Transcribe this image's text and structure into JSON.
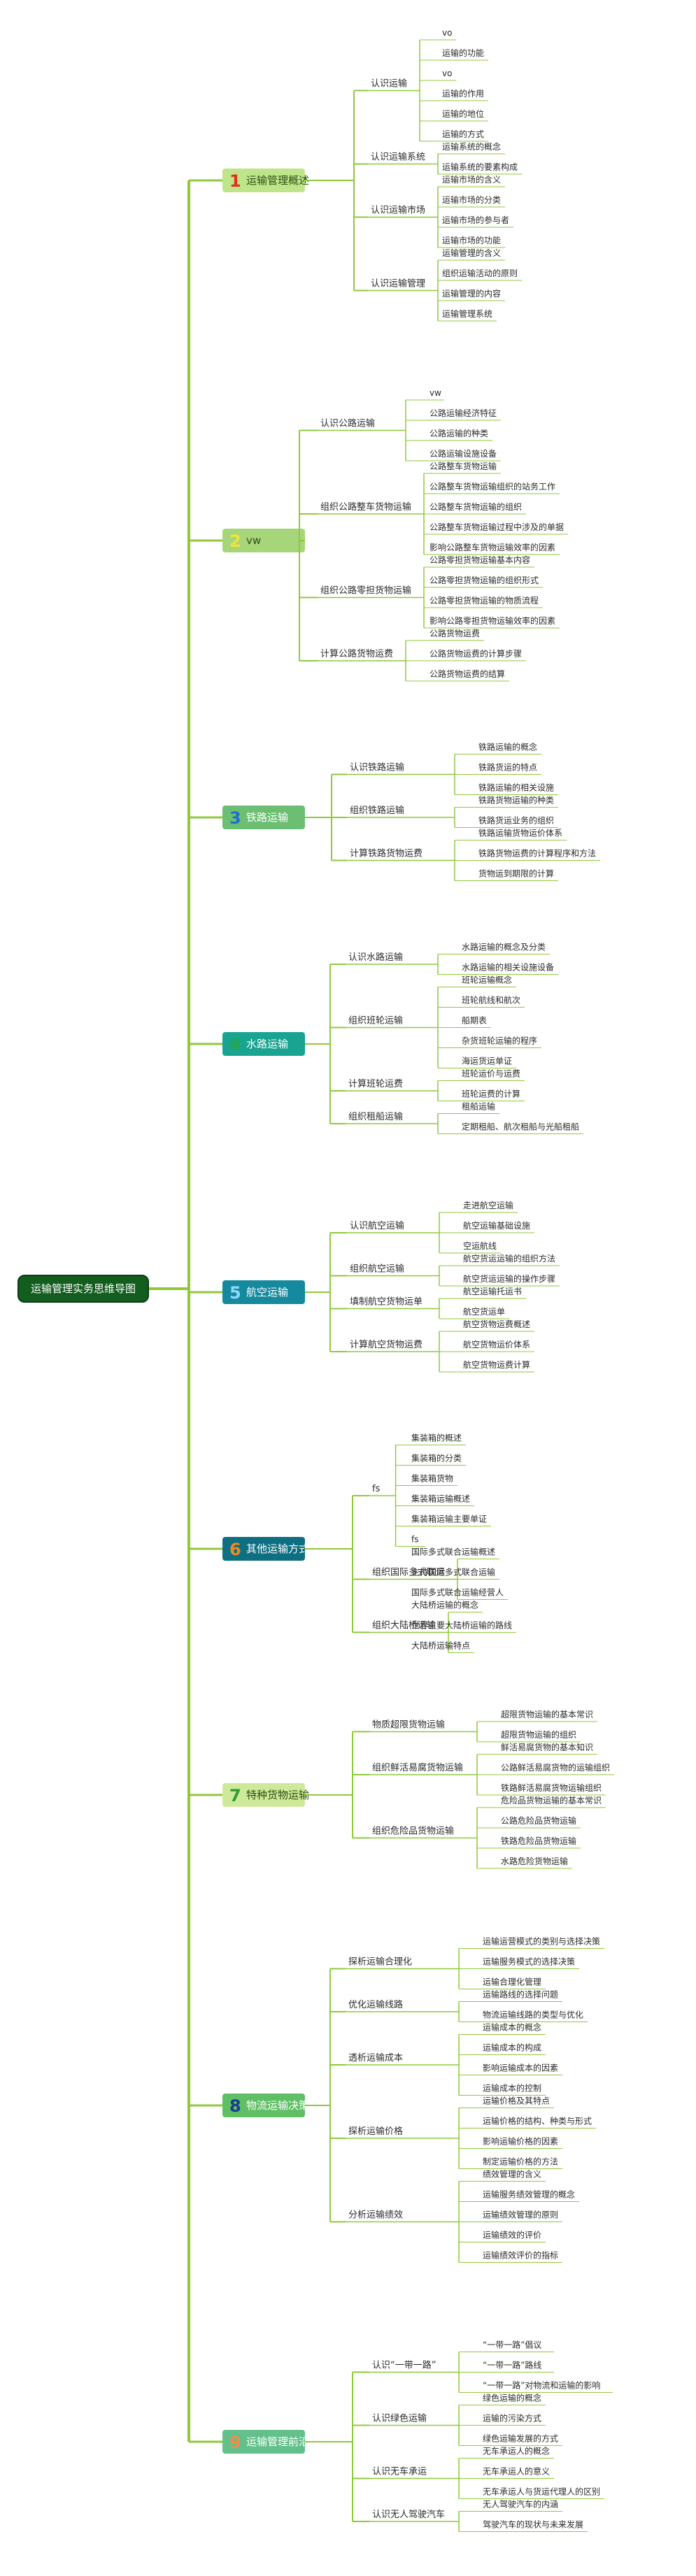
{
  "root": {
    "label": "运输管理实务思维导图"
  },
  "chapters": [
    {
      "num": "1",
      "label": "运输管理概述",
      "box": "#bfe58a",
      "text": "#2d4d10",
      "num_color": "#e03020",
      "sections": [
        {
          "label": "认识运输",
          "items": [
            "vo",
            "运输的功能",
            "vo",
            "运输的作用",
            "运输的地位",
            "运输的方式"
          ]
        },
        {
          "label": "认识运输系统",
          "items": [
            "运输系统的概念",
            "运输系统的要素构成"
          ]
        },
        {
          "label": "认识运输市场",
          "items": [
            "运输市场的含义",
            "运输市场的分类",
            "运输市场的参与者",
            "运输市场的功能"
          ]
        },
        {
          "label": "认识运输管理",
          "items": [
            "运输管理的含义",
            "组织运输活动的原则",
            "运输管理的内容",
            "运输管理系统"
          ]
        }
      ]
    },
    {
      "num": "2",
      "label": "vw",
      "box": "#a7d67a",
      "text": "#2d4d10",
      "num_color": "#f2e33c",
      "sections": [
        {
          "label": "认识公路运输",
          "items": [
            "vw",
            "公路运输经济特征",
            "公路运输的种类",
            "公路运输设施设备"
          ]
        },
        {
          "label": "组织公路整车货物运输",
          "items": [
            "公路整车货物运输",
            "公路整车货物运输组织的站务工作",
            "公路整车货物运输的组织",
            "公路整车货物运输过程中涉及的单据",
            "影响公路整车货物运输效率的因素"
          ]
        },
        {
          "label": "组织公路零担货物运输",
          "items": [
            "公路零担货物运输基本内容",
            "公路零担货物运输的组织形式",
            "公路零担货物运输的物质流程",
            "影响公路零担货物运输效率的因素"
          ]
        },
        {
          "label": "计算公路货物运费",
          "items": [
            "公路货物运费",
            "公路货物运费的计算步骤",
            "公路货物运费的结算"
          ]
        }
      ]
    },
    {
      "num": "3",
      "label": "铁路运输",
      "box": "#6cbf72",
      "text": "#ffffff",
      "num_color": "#1f6fd0",
      "sections": [
        {
          "label": "认识铁路运输",
          "items": [
            "铁路运输的概念",
            "铁路货运的特点",
            "铁路运输的相关设施"
          ]
        },
        {
          "label": "组织铁路运输",
          "items": [
            "铁路货物运输的种类",
            "铁路货运业务的组织"
          ]
        },
        {
          "label": "计算铁路货物运费",
          "items": [
            "铁路运输货物运价体系",
            "铁路货物运费的计算程序和方法",
            "货物运到期限的计算"
          ]
        }
      ]
    },
    {
      "num": "4",
      "label": "水路运输",
      "box": "#19a391",
      "text": "#ffffff",
      "num_color": "#26a848",
      "sections": [
        {
          "label": "认识水路运输",
          "items": [
            "水路运输的概念及分类",
            "水路运输的相关设施设备"
          ]
        },
        {
          "label": "组织班轮运输",
          "items": [
            "班轮运输概念",
            "班轮航线和航次",
            "船期表",
            "杂货班轮运输的程序",
            "海运货运单证"
          ]
        },
        {
          "label": "计算班轮运费",
          "items": [
            "班轮运价与运费",
            "班轮运费的计算"
          ]
        },
        {
          "label": "组织租船运输",
          "items": [
            "租船运输",
            "定期租船、航次租船与光船租船"
          ]
        }
      ]
    },
    {
      "num": "5",
      "label": "航空运输",
      "box": "#158a9e",
      "text": "#ffffff",
      "num_color": "#8fd6ff",
      "sections": [
        {
          "label": "认识航空运输",
          "items": [
            "走进航空运输",
            "航空运输基础设施",
            "空运航线"
          ]
        },
        {
          "label": "组织航空运输",
          "items": [
            "航空货运运输的组织方法",
            "航空货运运输的操作步骤"
          ]
        },
        {
          "label": "填制航空货物运单",
          "items": [
            "航空运输托运书",
            "航空货运单"
          ]
        },
        {
          "label": "计算航空货物运费",
          "items": [
            "航空货物运费概述",
            "航空货物运价体系",
            "航空货物运费计算"
          ]
        }
      ]
    },
    {
      "num": "6",
      "label": "其他运输方式",
      "box": "#0e6f82",
      "text": "#ffffff",
      "num_color": "#f08a1c",
      "sections": [
        {
          "label": "fs",
          "items": [
            "集装箱的概述",
            "集装箱的分类",
            "集装箱货物",
            "集装箱运输概述",
            "集装箱运输主要单证",
            "fs"
          ]
        },
        {
          "label": "组织国际多式联运",
          "items": [
            "国际多式联合运输概述",
            "主持国际多式联合运输",
            "国际多式联合运输经营人"
          ]
        },
        {
          "label": "组织大陆桥运输",
          "items": [
            "大陆桥运输的概念",
            "世界主要大陆桥运输的路线",
            "大陆桥运输特点"
          ]
        }
      ]
    },
    {
      "num": "7",
      "label": "特种货物运输",
      "box": "#cfe99a",
      "text": "#2d4d10",
      "num_color": "#2f9e2f",
      "sections": [
        {
          "label": "物质超限货物运输",
          "items": [
            "超限货物运输的基本常识",
            "超限货物运输的组织"
          ]
        },
        {
          "label": "组织鲜活易腐货物运输",
          "items": [
            "鲜活易腐货物的基本知识",
            "公路鲜活易腐货物的运输组织",
            "铁路鲜活易腐货物运输组织"
          ]
        },
        {
          "label": "组织危险品货物运输",
          "items": [
            "危险品货物运输的基本常识",
            "公路危险品货物运输",
            "铁路危险品货物运输",
            "水路危险货物运输"
          ]
        }
      ]
    },
    {
      "num": "8",
      "label": "物流运输决策",
      "box": "#5fbf65",
      "text": "#ffffff",
      "num_color": "#1b3c8f",
      "sections": [
        {
          "label": "探析运输合理化",
          "items": [
            "运输运营模式的类别与选择决策",
            "运输服务模式的选择决策",
            "运输合理化管理"
          ]
        },
        {
          "label": "优化运输线路",
          "items": [
            "运输路线的选择问题",
            "物流运输线路的类型与优化"
          ]
        },
        {
          "label": "透析运输成本",
          "items": [
            "运输成本的概念",
            "运输成本的构成",
            "影响运输成本的因素",
            "运输成本的控制"
          ]
        },
        {
          "label": "探析运输价格",
          "items": [
            "运输价格及其特点",
            "运输价格的结构、种类与形式",
            "影响运输价格的因素",
            "制定运输价格的方法"
          ]
        },
        {
          "label": "分析运输绩效",
          "items": [
            "绩效管理的含义",
            "运输服务绩效管理的概念",
            "运输绩效管理的原则",
            "运输绩效的评价",
            "运输绩效评价的指标"
          ]
        }
      ]
    },
    {
      "num": "9",
      "label": "运输管理前沿",
      "box": "#63c08a",
      "text": "#ffffff",
      "num_color": "#f28c4a",
      "sections": [
        {
          "label": "认识“一带一路”",
          "items": [
            "“一带一路”倡议",
            "“一带一路”路线",
            "“一带一路”对物流和运输的影响"
          ]
        },
        {
          "label": "认识绿色运输",
          "items": [
            "绿色运输的概念",
            "运输的污染方式",
            "绿色运输发展的方式"
          ]
        },
        {
          "label": "认识无车承运",
          "items": [
            "无车承运人的概念",
            "无车承运人的意义",
            "无车承运人与货运代理人的区别"
          ]
        },
        {
          "label": "认识无人驾驶汽车",
          "items": [
            "无人驾驶汽车的内涵",
            "驾驶汽车的现状与未来发展"
          ]
        }
      ]
    }
  ]
}
